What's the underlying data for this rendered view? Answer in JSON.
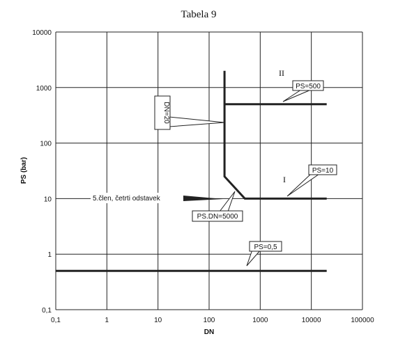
{
  "chart_data": {
    "type": "line",
    "title": "Tabela 9",
    "xlabel": "DN",
    "ylabel": "PS (bar)",
    "x_scale": "log",
    "y_scale": "log",
    "xlim": [
      0.1,
      100000
    ],
    "ylim": [
      0.1,
      10000
    ],
    "grid": true,
    "x_ticks": [
      "0,1",
      "1",
      "10",
      "100",
      "1000",
      "10000",
      "100000"
    ],
    "y_ticks": [
      "10000",
      "1000",
      "100",
      "10",
      "1",
      "0,1"
    ],
    "series": [
      {
        "points": [
          [
            200,
            2000
          ],
          [
            200,
            25
          ],
          [
            500,
            10
          ],
          [
            20000,
            10
          ]
        ]
      },
      {
        "points": [
          [
            200,
            500
          ],
          [
            20000,
            500
          ]
        ]
      },
      {
        "points": [
          [
            0.1,
            0.5
          ],
          [
            20000,
            0.5
          ]
        ]
      }
    ],
    "annotations": {
      "region_ii": "II",
      "region_i": "I",
      "ps500": "PS=500",
      "dn20": "DN=20",
      "ps10": "PS=10",
      "psdn": "PS.DN=5000",
      "ps05": "PS=0,5",
      "clen": "5.člen, četrti odstavek"
    }
  }
}
